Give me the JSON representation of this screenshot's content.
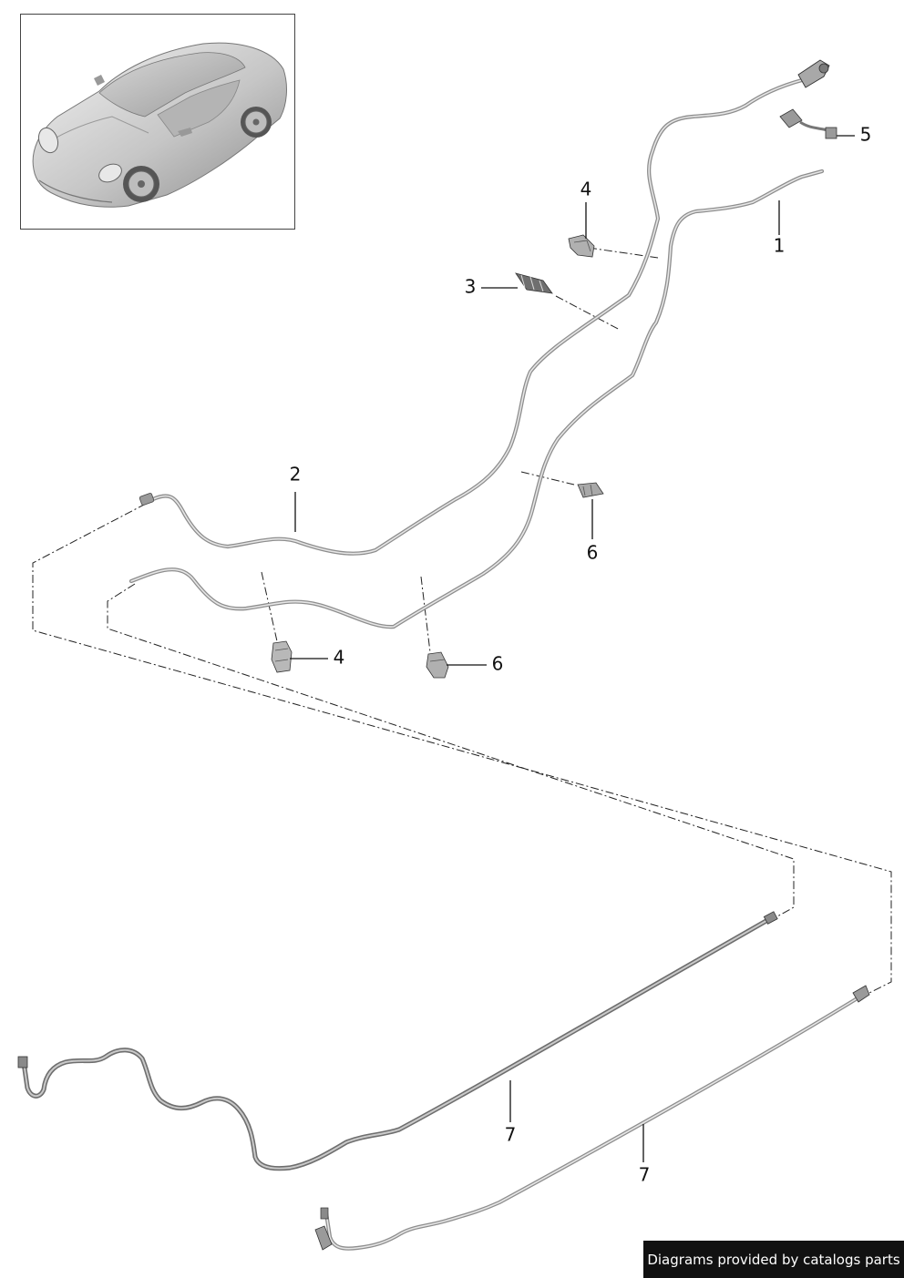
{
  "callouts": [
    {
      "id": "callout-1",
      "label": "1"
    },
    {
      "id": "callout-2",
      "label": "2"
    },
    {
      "id": "callout-3",
      "label": "3"
    },
    {
      "id": "callout-4-top",
      "label": "4"
    },
    {
      "id": "callout-4-bottom",
      "label": "4"
    },
    {
      "id": "callout-5",
      "label": "5"
    },
    {
      "id": "callout-6-top",
      "label": "6"
    },
    {
      "id": "callout-6-bottom",
      "label": "6"
    },
    {
      "id": "callout-7-left",
      "label": "7"
    },
    {
      "id": "callout-7-right",
      "label": "7"
    }
  ],
  "credit": {
    "text": "Diagrams provided by catalogs parts"
  },
  "icons": {
    "thumbnail": "car-thumbnail-icon"
  },
  "colors": {
    "pipe": "#8e8e8e",
    "line": "#222222",
    "credit_bg": "#111111"
  }
}
